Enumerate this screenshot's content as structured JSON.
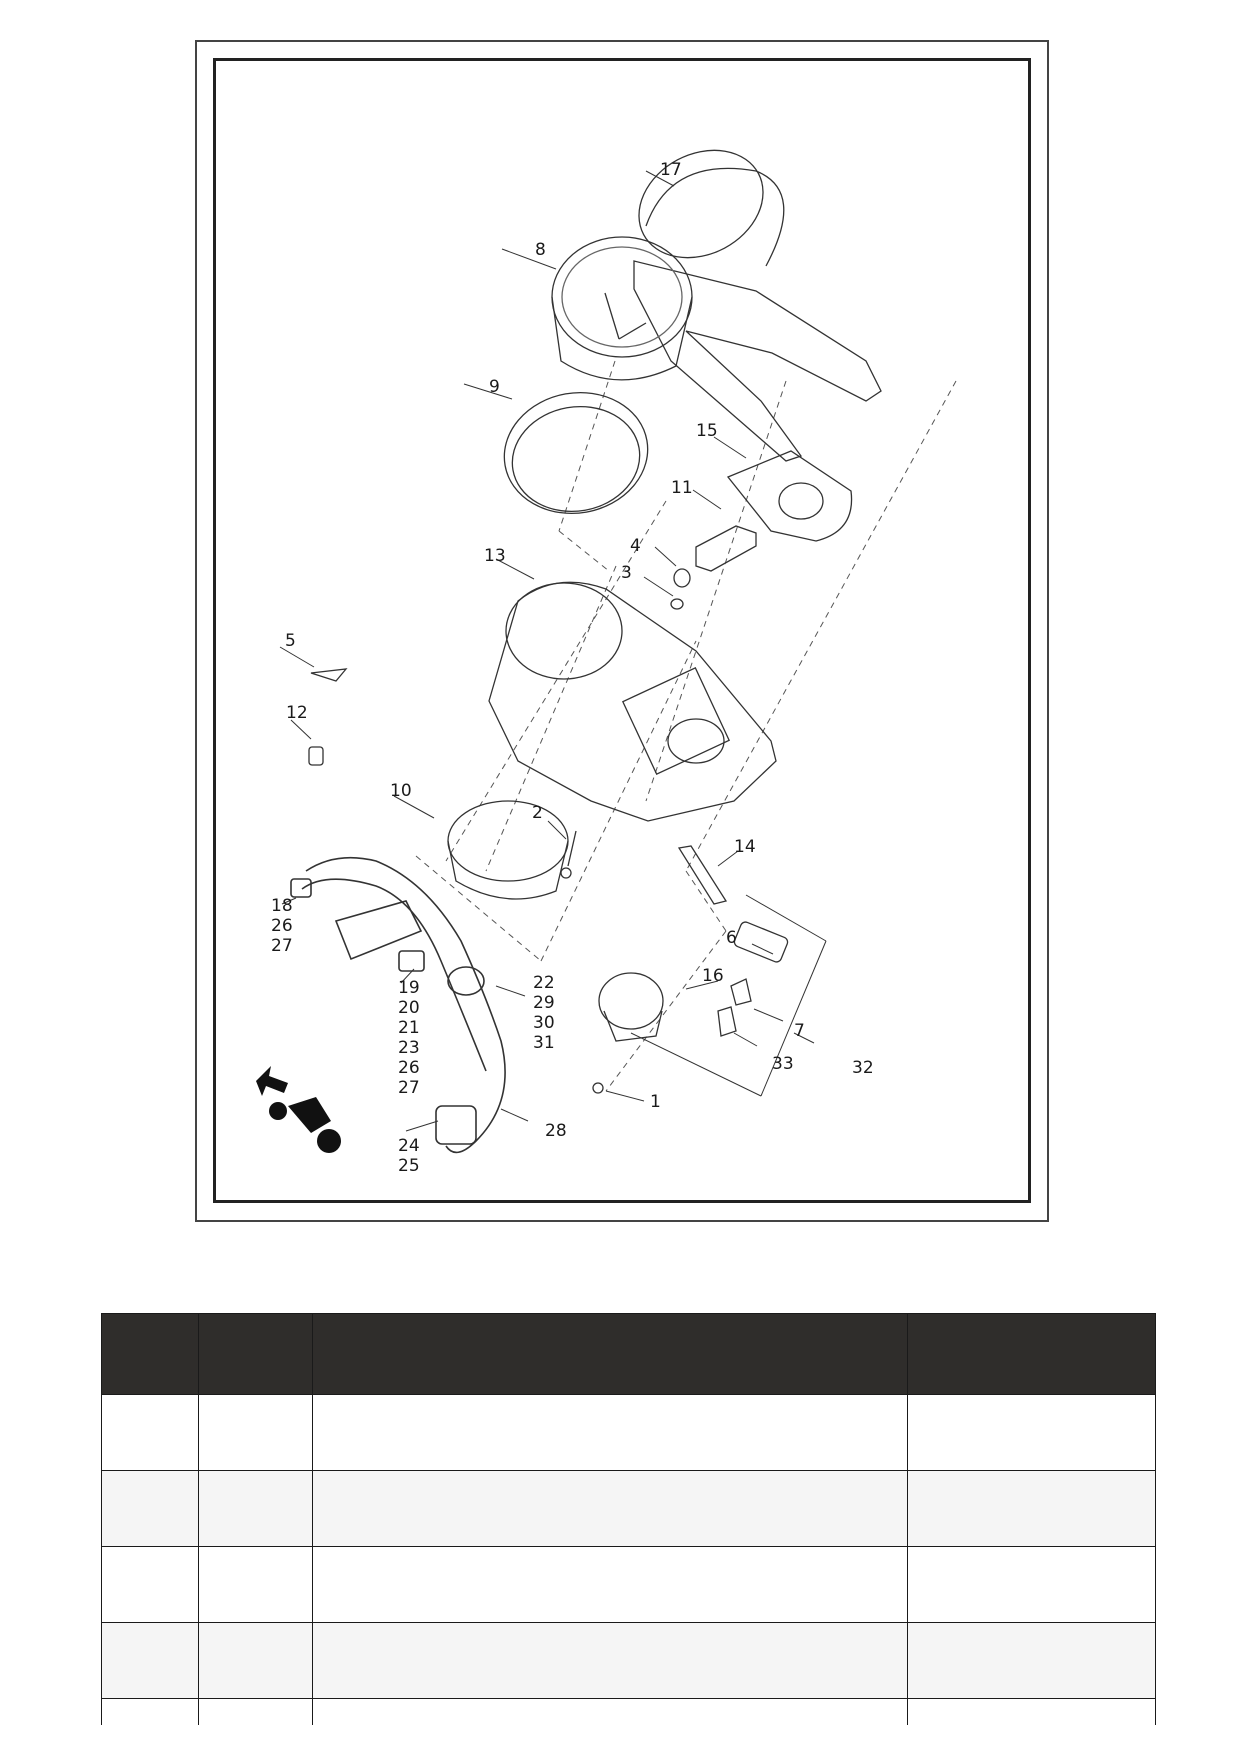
{
  "diagram": {
    "callouts": [
      "17",
      "8",
      "9",
      "15",
      "11",
      "4",
      "3",
      "13",
      "5",
      "12",
      "10",
      "2",
      "14",
      "18",
      "26",
      "27",
      "6",
      "16",
      "22",
      "29",
      "30",
      "31",
      "19",
      "20",
      "21",
      "23",
      "26",
      "27",
      "7",
      "33",
      "32",
      "1",
      "28",
      "24",
      "25"
    ]
  },
  "table": {
    "headers": [
      "",
      "",
      "",
      ""
    ],
    "rows": [
      [
        "",
        "",
        "",
        ""
      ],
      [
        "",
        "",
        "",
        ""
      ],
      [
        "",
        "",
        "",
        ""
      ],
      [
        "",
        "",
        "",
        ""
      ],
      [
        "",
        "",
        "",
        ""
      ]
    ]
  }
}
